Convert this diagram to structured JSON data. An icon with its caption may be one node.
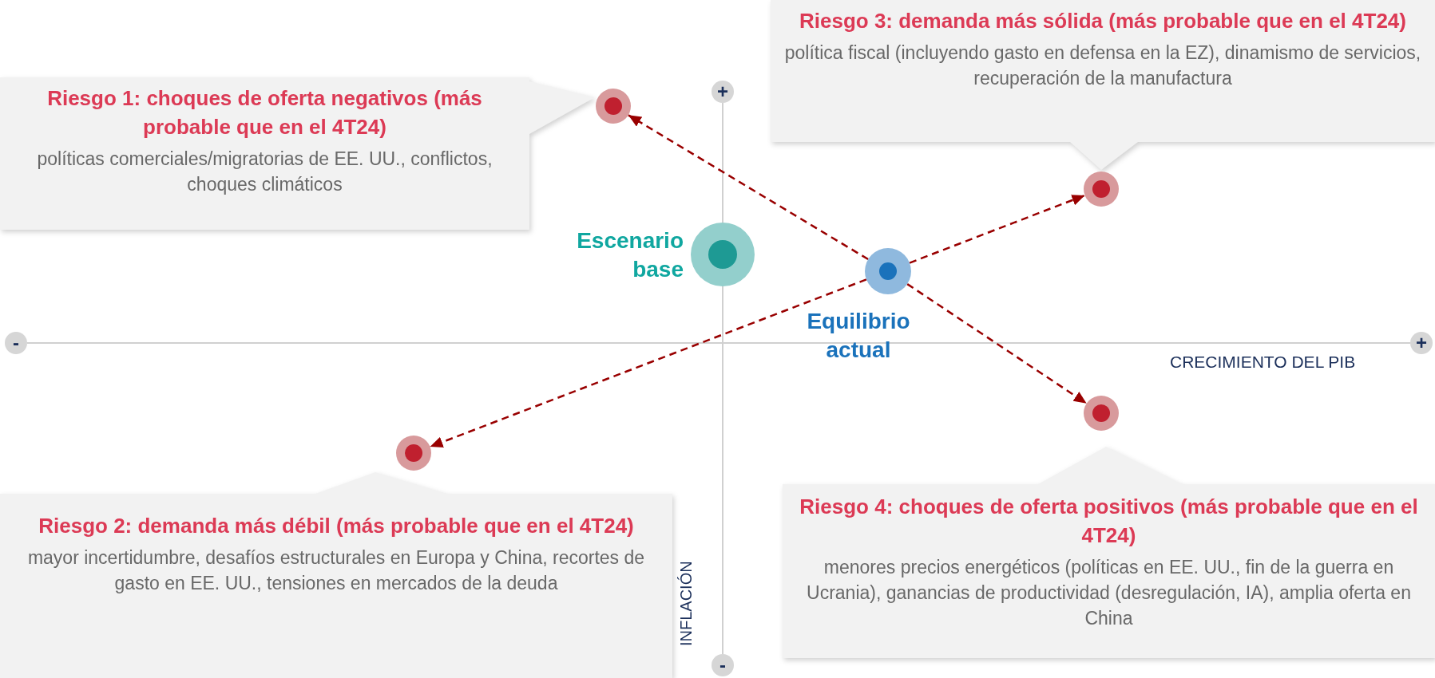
{
  "diagram": {
    "nodes": [
      {
        "text": [
          "Riesgo 1: choques de oferta negativos (más probable que en el 4T24)",
          "políticas comerciales/migratorias de EE. UU., conflictos, choques climáticos"
        ]
      },
      {
        "text": [],
        "shape": "circle"
      },
      {
        "text": [
          "Riesgo 3: demanda más sólida (más probable que en el 4T24)",
          "política fiscal (incluyendo gasto en defensa en la EZ), dinamismo de servicios, recuperación de la manufactura"
        ]
      },
      {
        "text": [],
        "shape": "circle"
      },
      {
        "text": [],
        "shape": "circle",
        "beside": [
          "Escenario base"
        ]
      },
      {
        "text": [],
        "shape": "circle",
        "beside": [
          "Equilibrio actual"
        ]
      },
      {
        "text": [],
        "shape": "circle"
      },
      {
        "text": [],
        "shape": "circle"
      },
      {
        "text": [
          "Riesgo 2: demanda más débil (más probable que en el 4T24)",
          "mayor incertidumbre, desafíos estructurales en Europa y China, recortes de gasto en EE. UU., tensiones en mercados de la deuda"
        ]
      },
      {
        "text": [
          "Riesgo 4: choques de oferta positivos (más probable que en el 4T24)",
          "menores precios energéticos (políticas en  EE. UU., fin de la guerra en Ucrania), ganancias de productividad (desregulación, IA), amplia oferta en China"
        ]
      }
    ],
    "edges": [
      {
        "from": 5,
        "to": 1,
        "arrow": "to",
        "style": "dashed"
      },
      {
        "from": 5,
        "to": 3,
        "arrow": "to",
        "style": "dashed"
      },
      {
        "from": 5,
        "to": 6,
        "arrow": "to",
        "style": "dashed"
      },
      {
        "from": 5,
        "to": 7,
        "arrow": "to",
        "style": "dashed"
      }
    ],
    "labels": [
      "+",
      "-",
      "+",
      "CRECIMIENTO DEL PIB",
      "INFLACIÓN",
      "-"
    ]
  }
}
